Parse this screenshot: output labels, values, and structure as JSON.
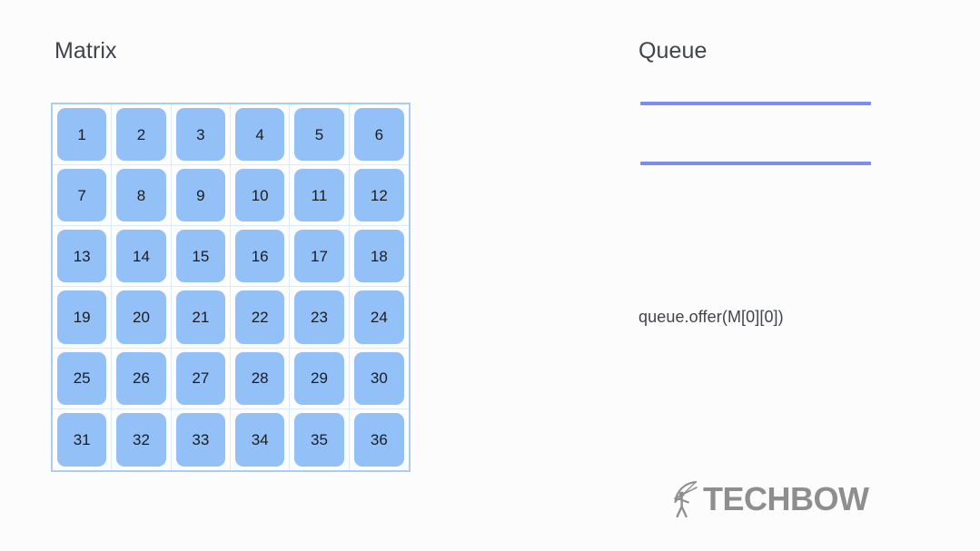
{
  "background_color": "#fcfcfc",
  "colors": {
    "cell_fill": "#93c0f7",
    "grid_border": "#a9cdf6",
    "grid_divider": "#dceafb",
    "queue_line": "#7b8ef0",
    "title_text": "#41444a",
    "cell_text": "#1c1c1c",
    "logo_gray": "#8e8e8e"
  },
  "matrix_panel": {
    "title": "Matrix",
    "rows": 6,
    "cols": 6,
    "cells": [
      [
        "1",
        "2",
        "3",
        "4",
        "5",
        "6"
      ],
      [
        "7",
        "8",
        "9",
        "10",
        "11",
        "12"
      ],
      [
        "13",
        "14",
        "15",
        "16",
        "17",
        "18"
      ],
      [
        "19",
        "20",
        "21",
        "22",
        "23",
        "24"
      ],
      [
        "25",
        "26",
        "27",
        "28",
        "29",
        "30"
      ],
      [
        "31",
        "32",
        "33",
        "34",
        "35",
        "36"
      ]
    ]
  },
  "queue_panel": {
    "title": "Queue",
    "contents": [],
    "code_caption": "queue.offer(M[0][0])"
  },
  "footer": {
    "logo_icon": "archer-bow-icon",
    "logo_text": "TECHBOW"
  }
}
